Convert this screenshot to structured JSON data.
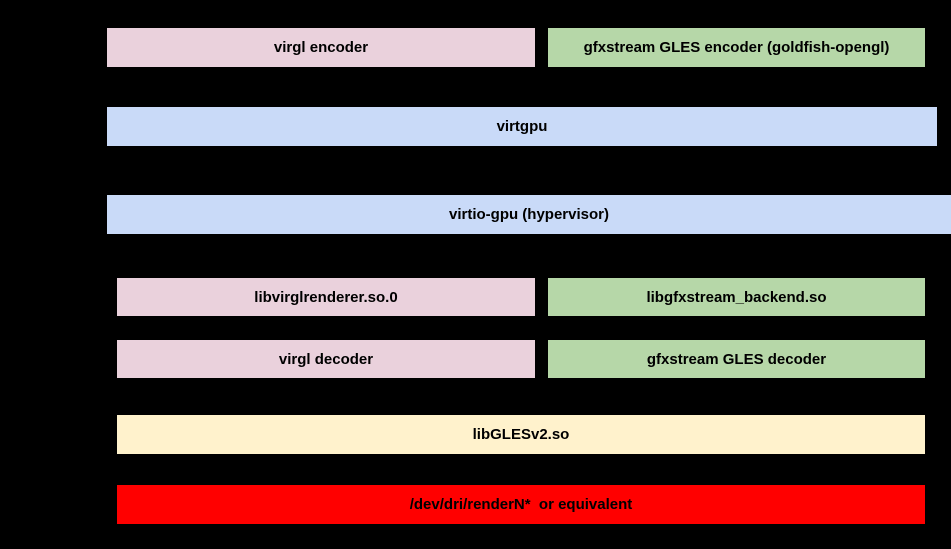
{
  "colors": {
    "background": "#000000",
    "pink": "#ead1dc",
    "green": "#b6d7a8",
    "blue": "#c9daf8",
    "yellow": "#fff2cc",
    "red": "#ff0000",
    "text": "#000000"
  },
  "diagram": {
    "boxes": [
      {
        "name": "virgl-encoder",
        "label": "virgl encoder",
        "color": "#ead1dc"
      },
      {
        "name": "gfxstream-gles-encoder",
        "label": "gfxstream GLES encoder (goldfish-opengl)",
        "color": "#b6d7a8"
      },
      {
        "name": "virtgpu",
        "label": "virtgpu",
        "color": "#c9daf8"
      },
      {
        "name": "virtio-gpu-hypervisor",
        "label": "virtio-gpu (hypervisor)",
        "color": "#c9daf8"
      },
      {
        "name": "libvirglrenderer",
        "label": "libvirglrenderer.so.0",
        "color": "#ead1dc"
      },
      {
        "name": "libgfxstream-backend",
        "label": "libgfxstream_backend.so",
        "color": "#b6d7a8"
      },
      {
        "name": "virgl-decoder",
        "label": "virgl decoder",
        "color": "#ead1dc"
      },
      {
        "name": "gfxstream-gles-decoder",
        "label": "gfxstream GLES decoder",
        "color": "#b6d7a8"
      },
      {
        "name": "libglesv2",
        "label": "libGLESv2.so",
        "color": "#fff2cc"
      },
      {
        "name": "dev-dri-render",
        "label": "/dev/dri/renderN*  or equivalent",
        "color": "#ff0000"
      }
    ]
  }
}
